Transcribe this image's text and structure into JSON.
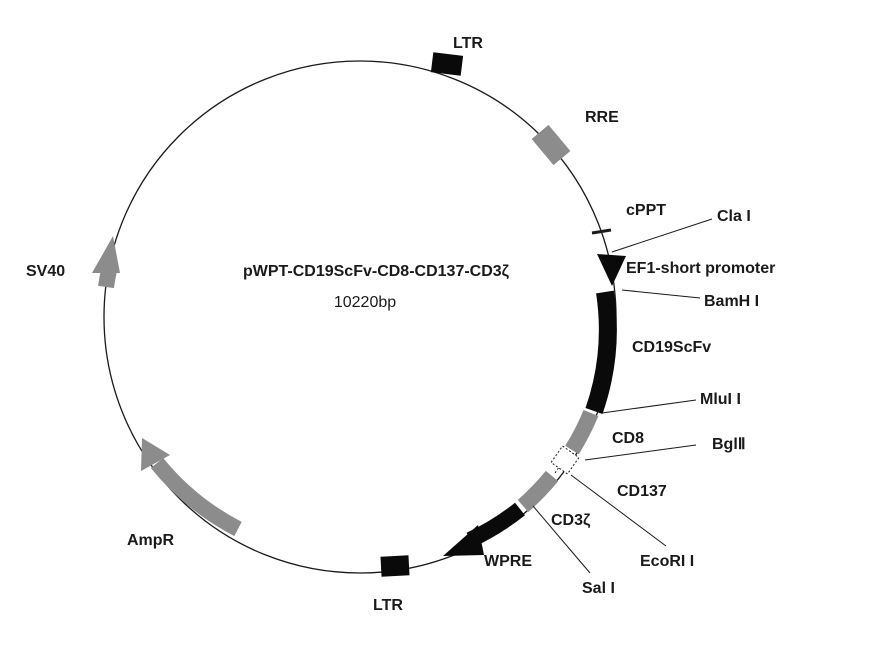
{
  "plasmid": {
    "name": "pWPT-CD19ScFv-CD8-CD137-CD3ζ",
    "size": "10220bp"
  },
  "features": {
    "ltr_top": "LTR",
    "rre": "RRE",
    "cppt": "cPPT",
    "ef1": "EF1-short promoter",
    "cd19scfv": "CD19ScFv",
    "cd8": "CD8",
    "cd137": "CD137",
    "cd3z": "CD3ζ",
    "wpre": "WPRE",
    "ltr_bottom": "LTR",
    "ampr": "AmpR",
    "sv40": "SV40"
  },
  "sites": {
    "cla1": "Cla I",
    "bamh1": "BamH I",
    "mlu1": "MluI I",
    "bgl2": "BglⅡ",
    "ecor1": "EcoRI I",
    "sal1": "Sal I"
  },
  "colors": {
    "line": "#1a1a1a",
    "black_feature": "#0a0a0a",
    "gray_feature": "#8c8c8c"
  }
}
